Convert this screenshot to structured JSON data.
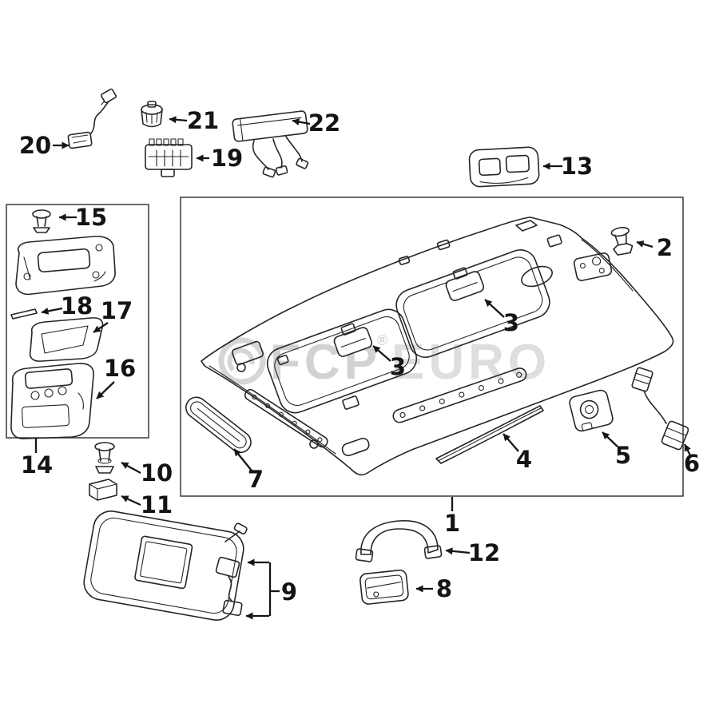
{
  "diagram": {
    "type": "exploded-parts-diagram",
    "background": "#ffffff",
    "line_color": "#262626",
    "watermark": {
      "fcp": "FCP",
      "reg": "®",
      "euro": "EURO",
      "color_logo": "#d6d6d6",
      "color_fcp": "#d2d2d2",
      "color_euro": "#dedede"
    },
    "callouts": {
      "c1": "1",
      "c2": "2",
      "c3_upper": "3",
      "c3_lower": "3",
      "c4": "4",
      "c5": "5",
      "c6": "6",
      "c7": "7",
      "c8": "8",
      "c9": "9",
      "c10": "10",
      "c11": "11",
      "c12": "12",
      "c13": "13",
      "c14": "14",
      "c15": "15",
      "c16": "16",
      "c17": "17",
      "c18": "18",
      "c19": "19",
      "c20": "20",
      "c21": "21",
      "c22": "22"
    }
  }
}
